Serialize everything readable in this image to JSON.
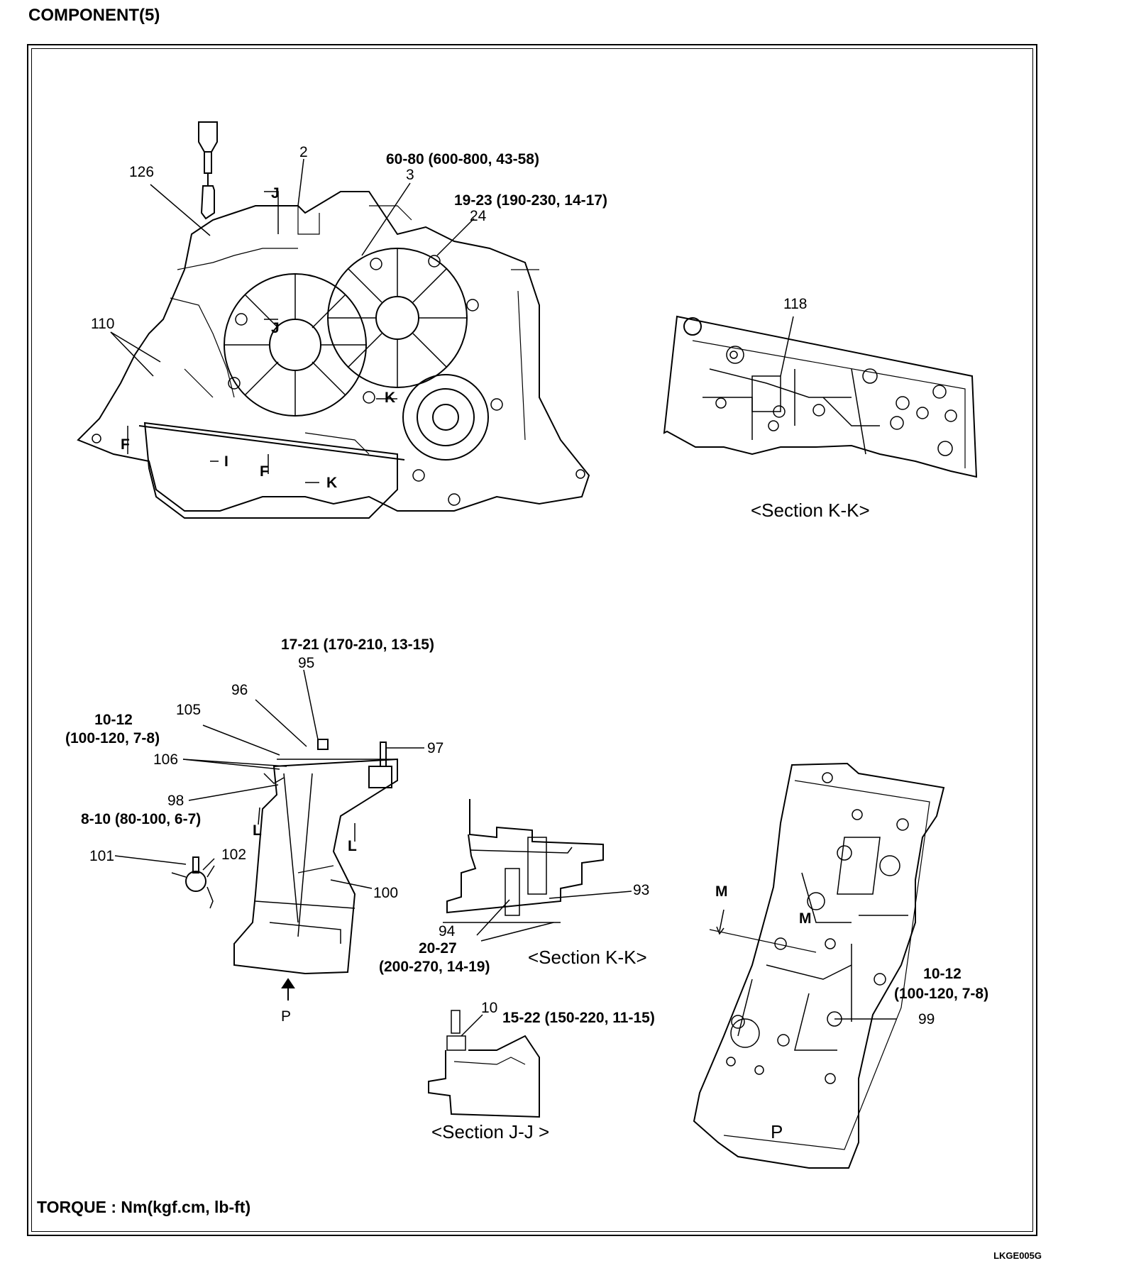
{
  "title": "COMPONENT(5)",
  "figure_code": "LKGE005G",
  "torque_note": "TORQUE : Nm(kgf.cm, lb-ft)",
  "sections": {
    "kk_top": "<Section K-K>",
    "kk_bottom": "<Section K-K>",
    "jj": "<Section J-J >",
    "p_bottom": "P"
  },
  "callouts": {
    "n126": "126",
    "n2": "2",
    "t60": "60-80 (600-800, 43-58)",
    "n3": "3",
    "t19": "19-23 (190-230, 14-17)",
    "n24": "24",
    "n110": "110",
    "n118": "118",
    "t17": "17-21 (170-210, 13-15)",
    "n95": "95",
    "n96": "96",
    "t10a": "10-12",
    "t10a2": "(100-120, 7-8)",
    "n105": "105",
    "n106": "106",
    "n97": "97",
    "n98": "98",
    "t8": "8-10 (80-100, 6-7)",
    "n101": "101",
    "n102": "102",
    "n100": "100",
    "n93": "93",
    "n94": "94",
    "t20": "20-27",
    "t20b": "(200-270, 14-19)",
    "n10": "10",
    "t15": "15-22 (150-220, 11-15)",
    "t10b": "10-12",
    "t10b2": "(100-120, 7-8)",
    "n99": "99",
    "pP": "P"
  },
  "section_marks": {
    "J1": "J",
    "J2": "J",
    "F1": "F",
    "F2": "F",
    "I": "I",
    "K1": "K",
    "K2": "K",
    "L1": "L",
    "L2": "L",
    "M1": "M",
    "M2": "M"
  }
}
